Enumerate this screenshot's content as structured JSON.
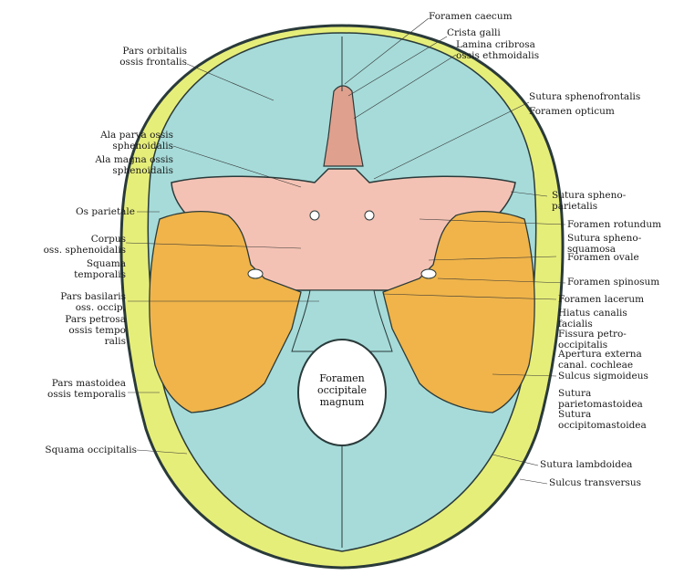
{
  "diagram": {
    "colors": {
      "skull_outline": "#2a3a3a",
      "parietal_yellow": "#e6ee7a",
      "frontal_occipital_teal": "#a6dbd9",
      "sphenoid_pink": "#f4c2b4",
      "temporal_orange": "#f0b44a",
      "ethmoid_pink": "#e0a08e"
    },
    "center_label": "Foramen\noccipitale\nmagnum",
    "labels_left": [
      {
        "id": "pars-orbitalis",
        "text": "Pars orbitalis\nossis frontalis"
      },
      {
        "id": "ala-parva",
        "text": "Ala parva ossis\nsphenoidalis"
      },
      {
        "id": "ala-magna",
        "text": "Ala magna ossis\nsphenoidalis"
      },
      {
        "id": "os-parietale",
        "text": "Os parietale"
      },
      {
        "id": "corpus",
        "text": "Corpus\noss. sphenoidalis"
      },
      {
        "id": "squama-temporalis",
        "text": "Squama\ntemporalis"
      },
      {
        "id": "pars-basilaris",
        "text": "Pars basilaris\noss. occip."
      },
      {
        "id": "pars-petrosa",
        "text": "Pars petrosa\nossis tempo\nralis"
      },
      {
        "id": "pars-mastoidea",
        "text": "Pars mastoidea\nossis temporalis"
      },
      {
        "id": "squama-occipitalis",
        "text": "Squama occipitalis"
      }
    ],
    "labels_top": [
      {
        "id": "foramen-caecum",
        "text": "Foramen caecum"
      },
      {
        "id": "crista-galli",
        "text": "Crista galli"
      },
      {
        "id": "lamina-cribrosa",
        "text": "Lamina cribrosa\nossis ethmoidalis"
      }
    ],
    "labels_right": [
      {
        "id": "sutura-sphenofrontalis",
        "text": "Sutura sphenofrontalis"
      },
      {
        "id": "foramen-opticum",
        "text": "Foramen opticum"
      },
      {
        "id": "sutura-sphenoparietalis",
        "text": "Sutura spheno-\nparietalis"
      },
      {
        "id": "foramen-rotundum",
        "text": "Foramen rotundum"
      },
      {
        "id": "sutura-sphenosquamosa",
        "text": "Sutura spheno-\nsquamosa"
      },
      {
        "id": "foramen-ovale",
        "text": "Foramen ovale"
      },
      {
        "id": "foramen-spinosum",
        "text": "Foramen spinosum"
      },
      {
        "id": "foramen-lacerum",
        "text": "Foramen lacerum"
      },
      {
        "id": "hiatus-canalis",
        "text": "Hiatus canalis\nfacialis"
      },
      {
        "id": "fissura-petro",
        "text": "Fissura petro-\noccipitalis"
      },
      {
        "id": "apertura-externa",
        "text": "Apertura externa\ncanal. cochleae"
      },
      {
        "id": "sulcus-sigmoideus",
        "text": "Sulcus sigmoideus"
      },
      {
        "id": "sutura-parietomastoidea",
        "text": "Sutura\nparietomastoidea"
      },
      {
        "id": "sutura-occipitomastoidea",
        "text": "Sutura\noccipitomastoidea"
      },
      {
        "id": "sutura-lambdoidea",
        "text": "Sutura lambdoidea"
      },
      {
        "id": "sulcus-transversus",
        "text": "Sulcus transversus"
      }
    ]
  }
}
